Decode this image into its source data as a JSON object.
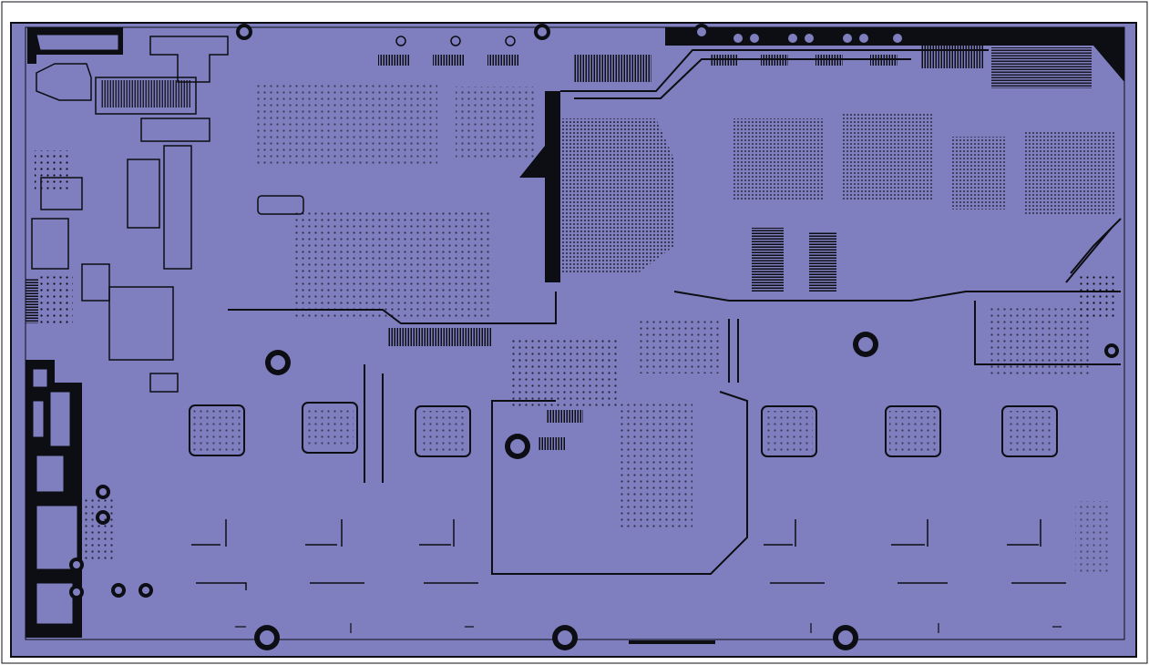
{
  "board": {
    "fill_color": "#7f7fbf",
    "trace_color": "#0d0d14",
    "background": "#ffffff",
    "dimension_top": "",
    "dimension_left": "",
    "dimension_bottom": ""
  },
  "legend": {
    "layer": "copper",
    "features": [
      "bga-pads",
      "vias",
      "traces",
      "mounting-holes",
      "connector-pads"
    ]
  }
}
